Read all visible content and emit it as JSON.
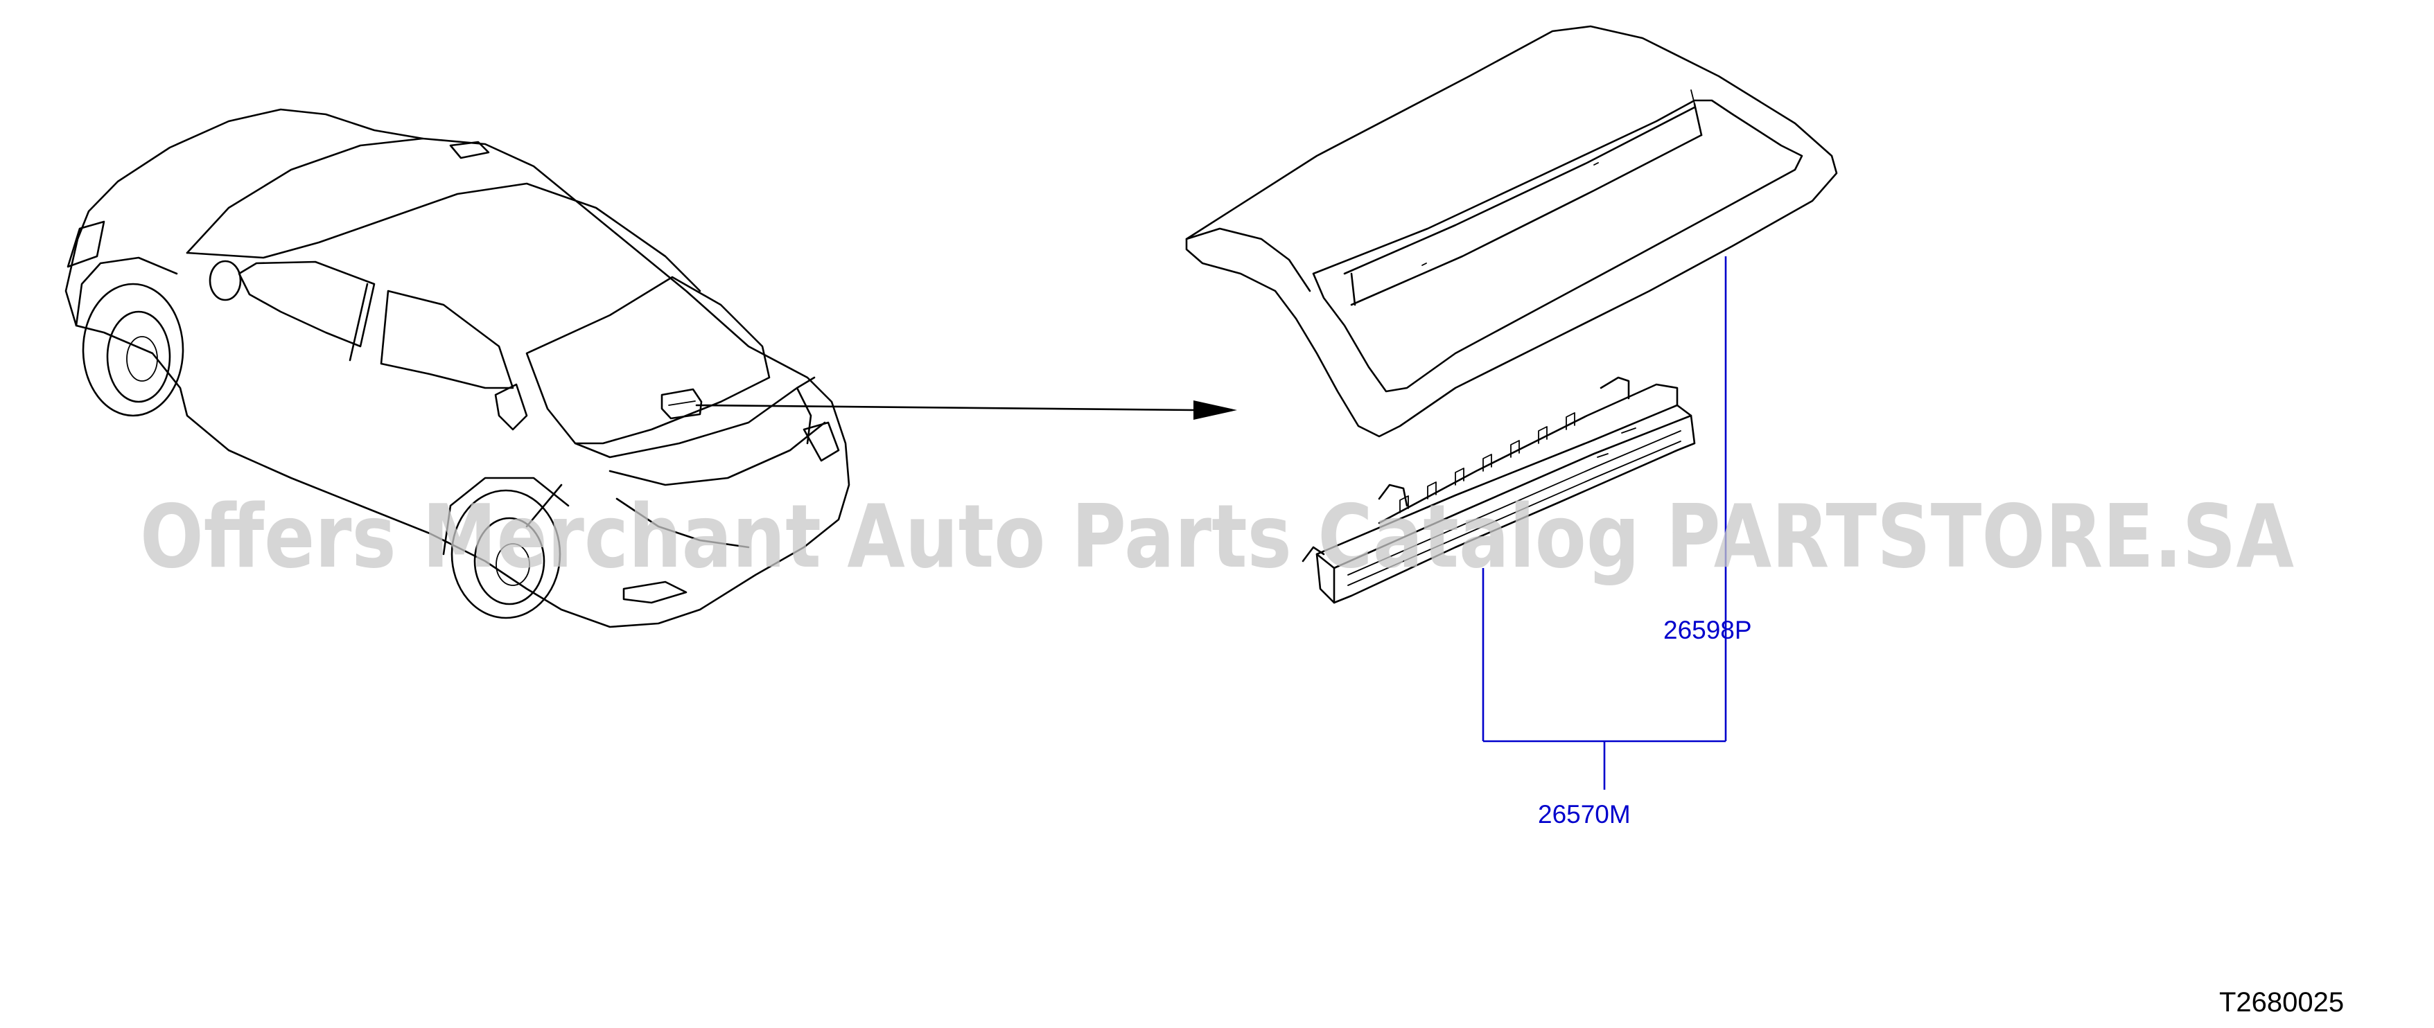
{
  "diagram": {
    "parts": [
      {
        "number": "26598P",
        "description_shown": ""
      },
      {
        "number": "26570M",
        "description_shown": ""
      }
    ],
    "reference_code": "T2680025",
    "watermark": "Offers Merchant Auto Parts Catalog PARTSTORE.SA",
    "colors": {
      "linework": "#000000",
      "callout": "#0000cc",
      "watermark": "#c8c8c8",
      "background": "#ffffff"
    }
  }
}
